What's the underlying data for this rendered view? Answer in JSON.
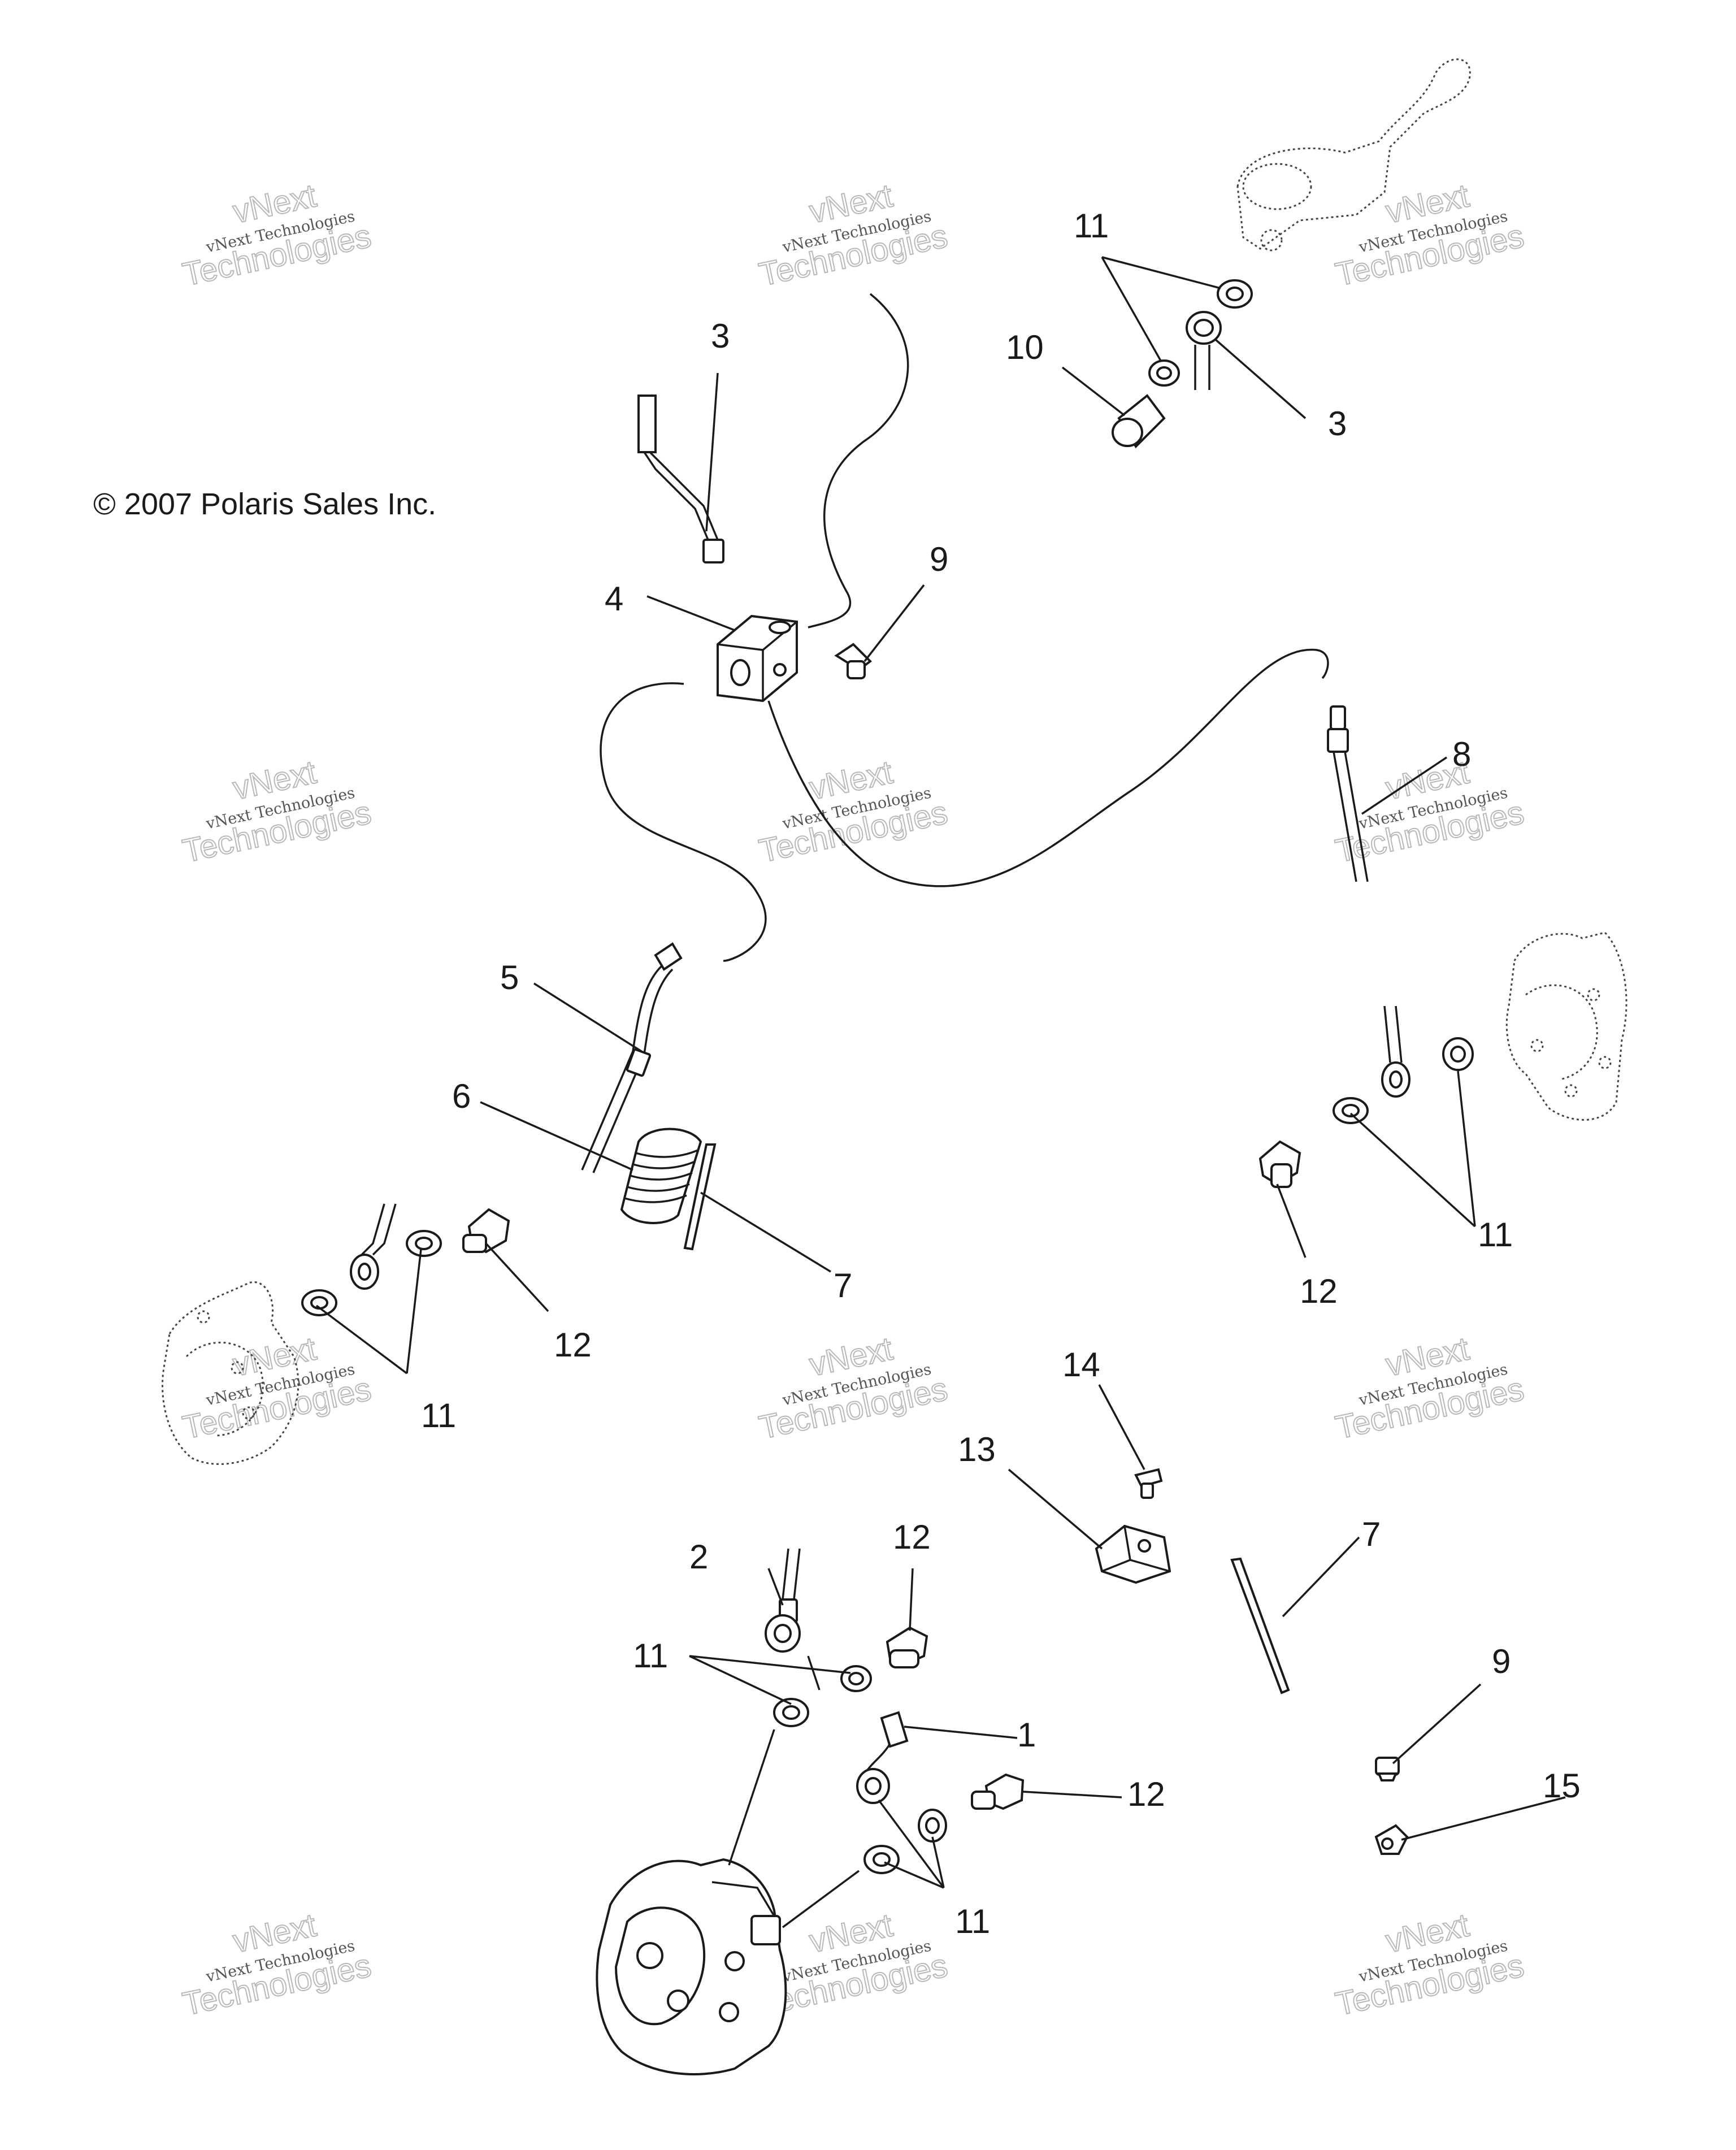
{
  "copyright": "© 2007 Polaris Sales Inc.",
  "watermark": {
    "line1": "vNext",
    "line2": "vNext Technologies",
    "line3": "Technologies"
  },
  "callouts": {
    "c1": "1",
    "c2": "2",
    "c3a": "3",
    "c3b": "3",
    "c4": "4",
    "c5": "5",
    "c6": "6",
    "c7a": "7",
    "c7b": "7",
    "c8": "8",
    "c9a": "9",
    "c9b": "9",
    "c10": "10",
    "c11a": "11",
    "c11b": "11",
    "c11c": "11",
    "c11d": "11",
    "c11e": "11",
    "c12a": "12",
    "c12b": "12",
    "c12c": "12",
    "c12d": "12",
    "c13": "13",
    "c14": "14",
    "c15": "15"
  }
}
